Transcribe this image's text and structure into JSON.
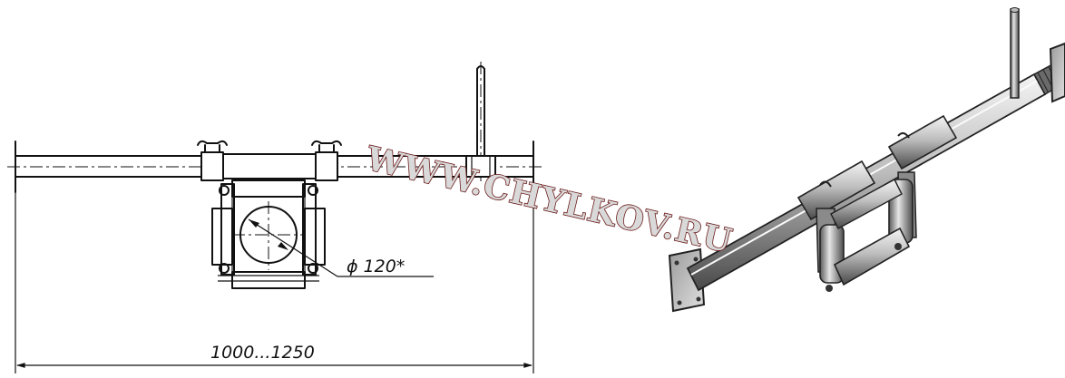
{
  "drawing": {
    "diameter_label": "ϕ 120*",
    "length_label": "1000...1250"
  },
  "watermark": {
    "text": "WWW.CHYLKOV.RU",
    "fill_color": "#d9d9d9",
    "outline_color": "#6b1a1a"
  },
  "colors": {
    "line": "#111111",
    "metal_light": "#d0d0d0",
    "metal_dark": "#555555"
  }
}
